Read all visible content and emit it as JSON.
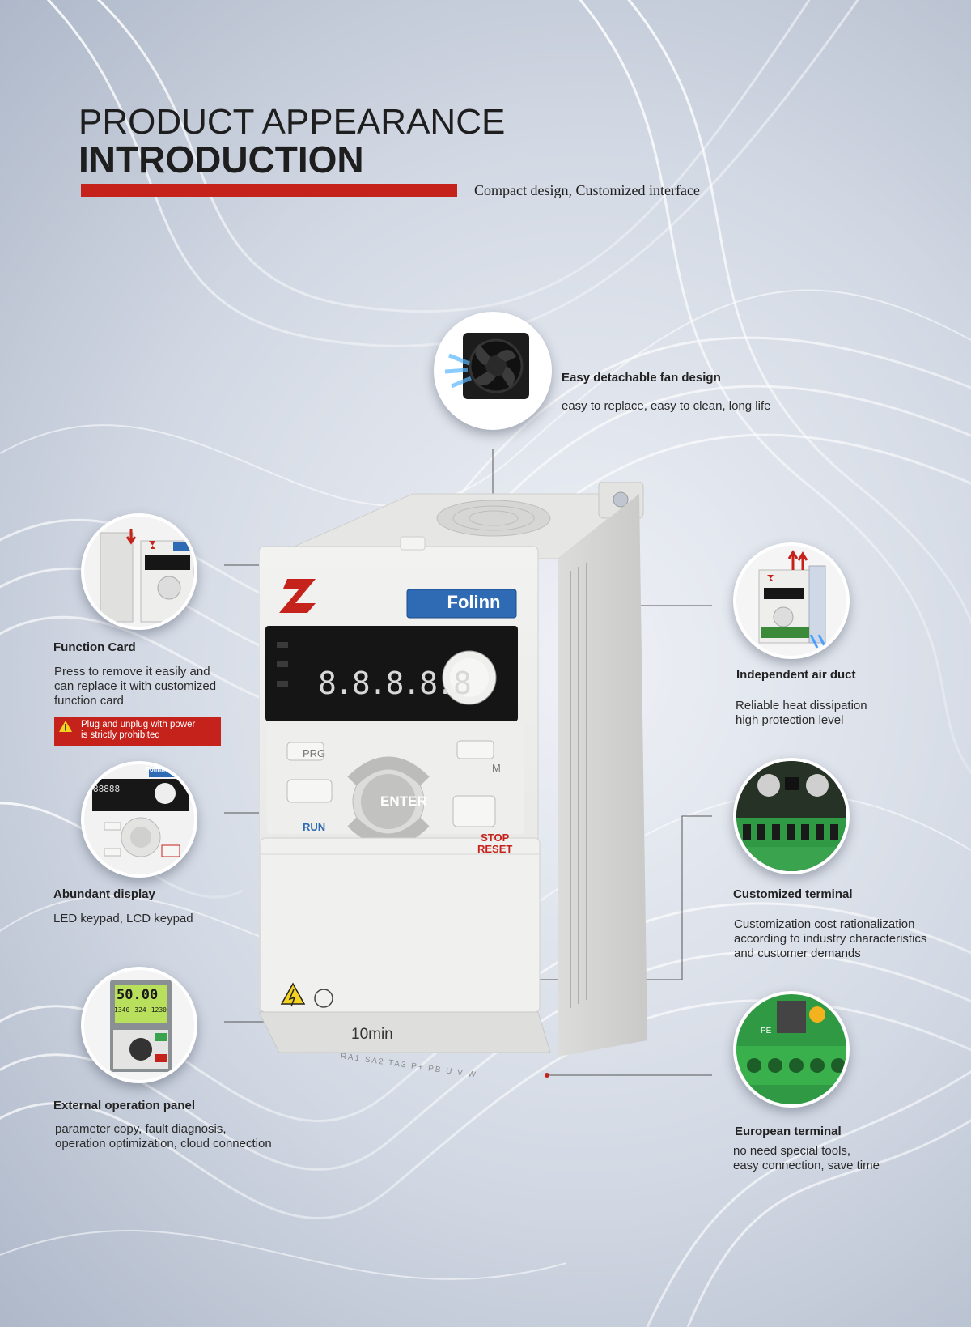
{
  "header": {
    "title_line1": "PRODUCT APPEARANCE",
    "title_line2": "INTRODUCTION",
    "subtitle": "Compact design, Customized interface"
  },
  "colors": {
    "accent_red": "#c6221c",
    "panel_blue": "#2f6ab5",
    "housing": "#e9e9e7"
  },
  "features": {
    "fan": {
      "title": "Easy detachable fan design",
      "desc": "easy to replace, easy to clean, long life"
    },
    "function_card": {
      "title": "Function Card",
      "desc_lines": [
        "Press to remove it easily and",
        "can replace it with customized",
        "function card"
      ],
      "warning_lines": [
        "Plug and unplug with power",
        "is strictly prohibited"
      ]
    },
    "air_duct": {
      "title": "Independent air duct",
      "desc_lines": [
        "Reliable heat dissipation",
        "high protection level"
      ]
    },
    "display": {
      "title": "Abundant display",
      "desc": "LED keypad, LCD keypad"
    },
    "custom_terminal": {
      "title": "Customized terminal",
      "desc_lines": [
        "Customization cost rationalization",
        "according to industry characteristics",
        "and customer demands"
      ]
    },
    "external_panel": {
      "title": "External operation panel",
      "desc_lines": [
        "parameter copy, fault diagnosis,",
        "operation optimization, cloud connection"
      ]
    },
    "european_terminal": {
      "title": "European terminal",
      "desc_lines": [
        "no need special tools,",
        "easy connection, save time"
      ]
    }
  },
  "device": {
    "brand": "Folinn",
    "display_digits": "8.8.8.8.8",
    "buttons": {
      "prg": "PRG",
      "m": "M",
      "enter": "ENTER",
      "run": "RUN",
      "stop": "STOP",
      "reset": "RESET"
    },
    "warning_time": "10min",
    "terminal_labels": "RA1 SA2 TA3 P+ PB U V W"
  },
  "thumbnails": {
    "lcd_value": "50.00",
    "lcd_small": [
      "1340",
      "324",
      "1230"
    ],
    "pe_label": "PE",
    "small_brand": "Folinn",
    "small_digits": "88888"
  }
}
